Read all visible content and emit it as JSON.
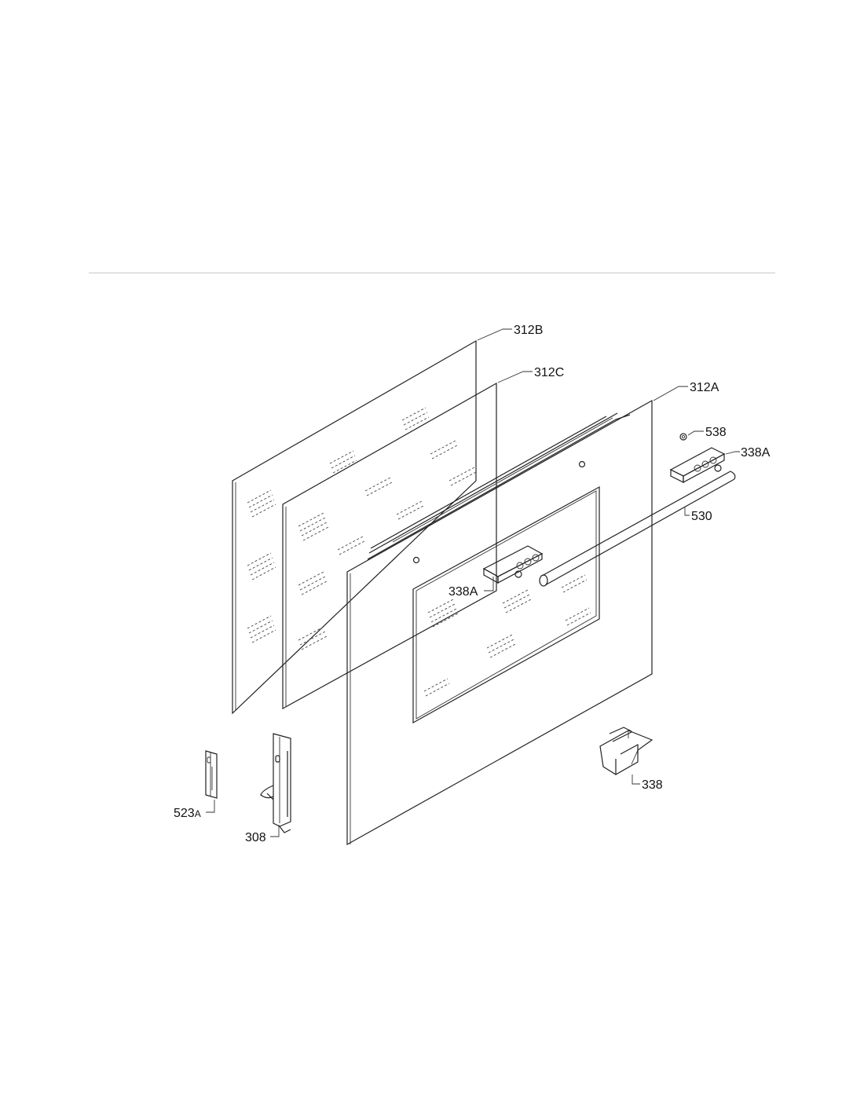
{
  "diagram": {
    "labels": {
      "glass_rear": "312B",
      "glass_middle": "312C",
      "door_front_panel": "312A",
      "screw": "538",
      "bracket_top_right": "338A",
      "handle_rod": "530",
      "bracket_top_left": "338A",
      "hinge_cover": "523",
      "hinge_cover_suffix": "A",
      "hinge": "308",
      "handle_support": "338"
    }
  }
}
